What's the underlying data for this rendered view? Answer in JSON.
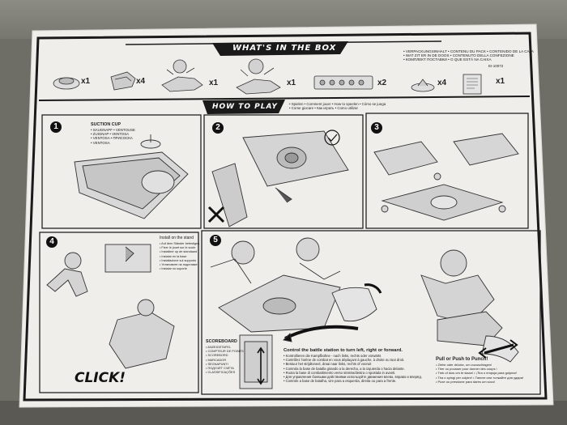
{
  "header": {
    "whats_in_box": "WHAT'S IN THE BOX",
    "contents_lines": [
      "• VERPACKUNGSINHALT • CONTENU DU PACK • CONTENIDO DE LA CAJA",
      "• WAT ZIT ER IN DE DOOS • CONTENUTO DELLA CONFEZIONE",
      "• КОМПЛЕКТ ПОСТАВКИ • O QUE ESTÁ NA CAIXA"
    ],
    "code": "EI-10072"
  },
  "box_items": [
    {
      "qty": "x1"
    },
    {
      "qty": "x4"
    },
    {
      "qty": "x1"
    },
    {
      "qty": "x1"
    },
    {
      "qty": "x2"
    },
    {
      "qty": "x4"
    },
    {
      "qty": "x1"
    }
  ],
  "how_to_play": {
    "title": "HOW TO PLAY",
    "lines": [
      "• Spielen • Comment jouer • How to speelen • Cómo se juega",
      "• Come giocare • Как играть • Como utilizar"
    ]
  },
  "steps": [
    "1",
    "2",
    "3",
    "4",
    "5"
  ],
  "suction_cup": {
    "title": "SUCTION CUP",
    "lines": [
      "• SAUGNAPF • VENTOUSE",
      "• ZUIGNAP • VENTOSA",
      "• VENTOSA • ПРИСОСКА",
      "• VENTOSA"
    ]
  },
  "install": {
    "title": "Install on the stand",
    "lines": [
      "• Auf dem Ständer befestigen",
      "• Fixer le jouet sur le socle",
      "• Installeer op de standaard",
      "• Instalar en la base",
      "• Installazione sul supporto",
      "• Установите на подставке",
      "• Instalar no suporte"
    ]
  },
  "click_label": "CLICK!",
  "scoreboard": {
    "title": "SCOREBOARD",
    "lines": [
      "• ANZEIGETAFEL",
      "• COMPTEUR DE POINTS",
      "• SCOREBORD",
      "• MARCADOR",
      "• SEGNAPUNTI",
      "• ПОДСЧЁТ СЧЁТА",
      "• CLASSIFICAÇÕES"
    ]
  },
  "control": {
    "title": "Control the battle station to turn left, right or forward.",
    "lines": [
      "• Kontrollieren die Kampfbühne - nach links, rechts oder vorwärts",
      "• Contrôlez l'arène de combat en vous déplaçant à gauche, à droite ou tout droit.",
      "• Bestuur het strijdtoneel, draai naar links, rechts of vooruit",
      "• Controla la base de batalla girando a la derecha, a la izquierda o hacia delante.",
      "• Ruota la base di combattimento verso sinistra/destra o spostala in avanti.",
      "• Для управления боевыми действиями используйте движения влево, вправо и вперёд.",
      "• Controle a base de batalha, vire para a esquerda, direita ou para a frente."
    ]
  },
  "pull_push": {
    "title": "Pull or Push to Punch!",
    "lines": [
      "• Ziehe oder drücke, um zuzuschlagen!",
      "• Tirer ou pousser pour donner des coups !",
      "• Trek of duw om te slaan! • ¡Tira o empuja para golpear!",
      "• Tira o spingi per colpire! • Тяните или толкайте для удара!",
      "• Puxe ou pressione para dares um soco!"
    ]
  }
}
